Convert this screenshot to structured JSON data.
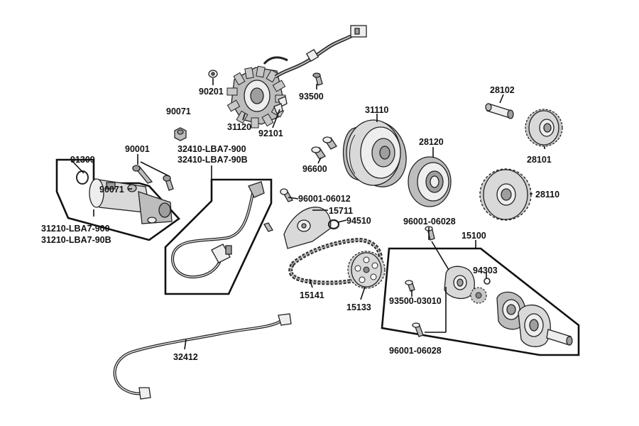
{
  "diagram": {
    "labels": {
      "p91309": "91309",
      "p90001": "90001",
      "p90071a": "90071",
      "p90071b": "90071",
      "p90201": "90201",
      "p31120": "31120",
      "p93500": "93500",
      "p92101": "92101",
      "p31110": "31110",
      "p28120": "28120",
      "p28102": "28102",
      "p28101": "28101",
      "p28110": "28110",
      "p96600": "96600",
      "p32410a": "32410-LBA7-900",
      "p32410b": "32410-LBA7-90B",
      "p31210a": "31210-LBA7-900",
      "p31210b": "31210-LBA7-90B",
      "p9600106012": "96001-06012",
      "p15711": "15711",
      "p94510": "94510",
      "p9600106028a": "96001-06028",
      "p15100": "15100",
      "p94303": "94303",
      "p9350003010": "93500-03010",
      "p9600106028b": "96001-06028",
      "p15141": "15141",
      "p15133": "15133",
      "p32412": "32412"
    }
  }
}
